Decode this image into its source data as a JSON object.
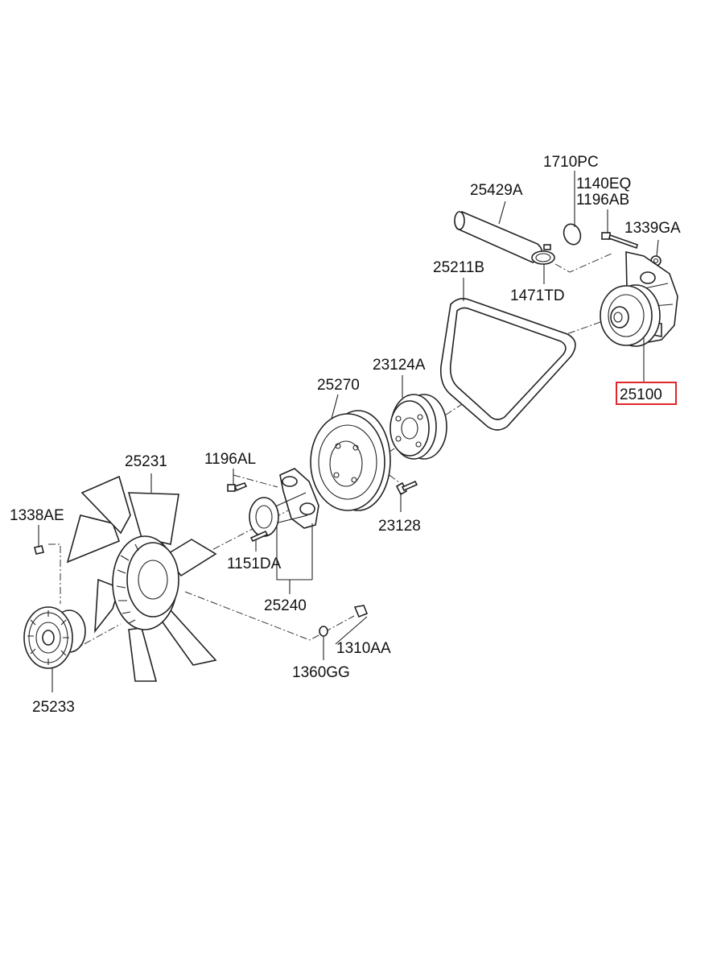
{
  "labels": {
    "p1710PC": "1710PC",
    "p1140EQ": "1140EQ",
    "p1196AB": "1196AB",
    "p25429A": "25429A",
    "p1339GA": "1339GA",
    "p25211B": "25211B",
    "p1471TD": "1471TD",
    "p25100": "25100",
    "p23124A": "23124A",
    "p25270": "25270",
    "p25231": "25231",
    "p1196AL": "1196AL",
    "p1338AE": "1338AE",
    "p23128": "23128",
    "p1151DA": "1151DA",
    "p25240": "25240",
    "p1310AA": "1310AA",
    "p1360GG": "1360GG",
    "p25233": "25233"
  },
  "highlight": {
    "part": "25100",
    "color": "#e0262b"
  }
}
